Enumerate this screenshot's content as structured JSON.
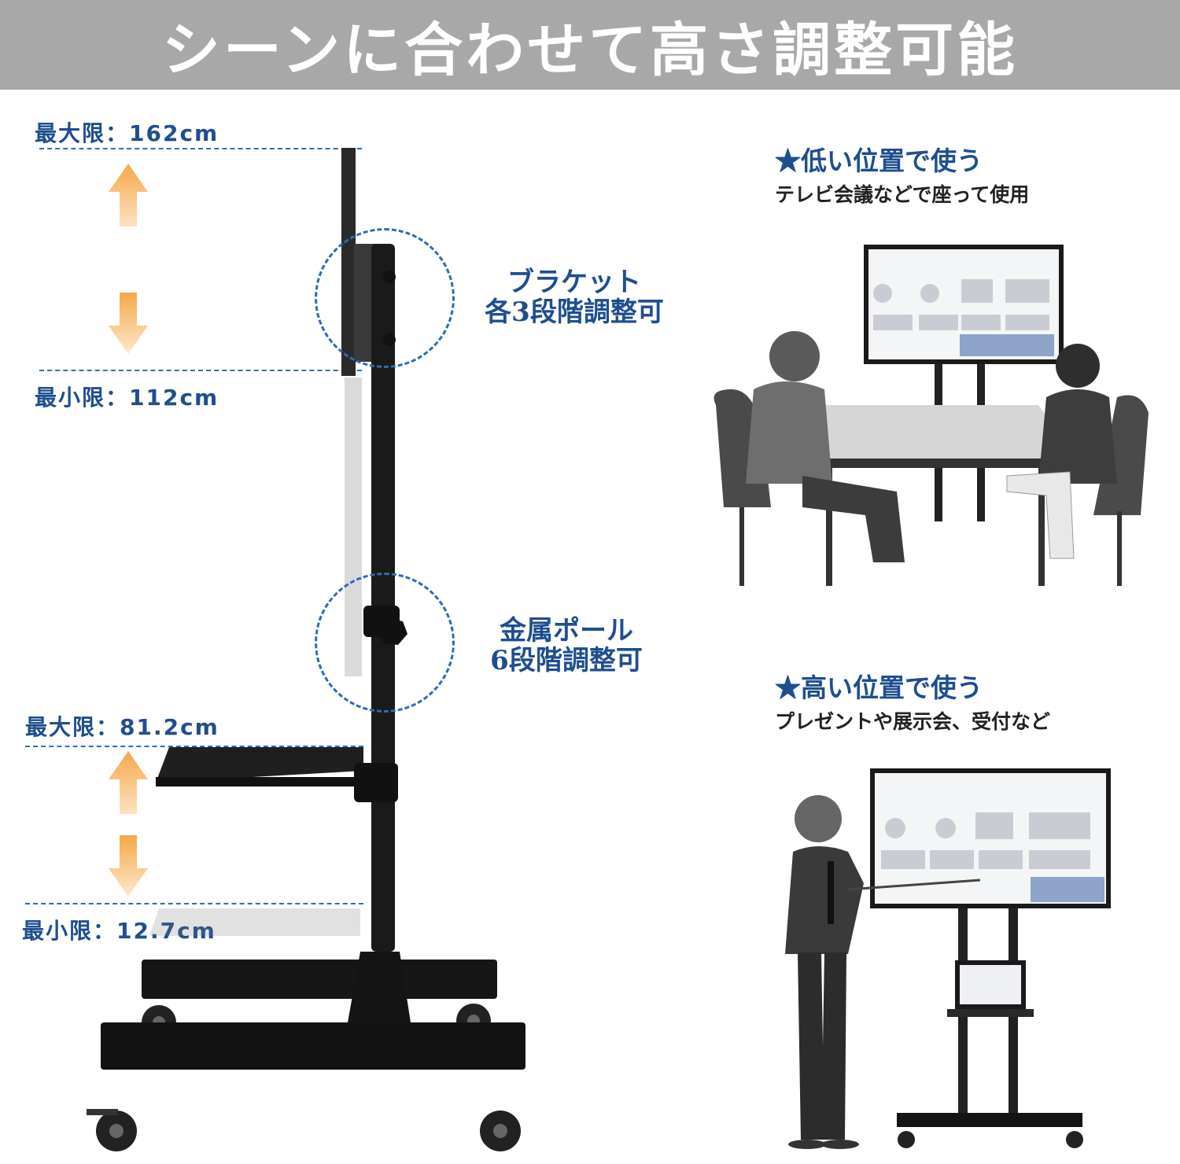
{
  "header": {
    "title": "シーンに合わせて高さ調整可能"
  },
  "measurements": {
    "tv_max": "最大限：162cm",
    "tv_min": "最小限：112cm",
    "shelf_max": "最大限：81.2cm",
    "shelf_min": "最小限：12.7cm"
  },
  "callouts": {
    "bracket": {
      "line1": "ブラケット",
      "line2": "各3段階調整可"
    },
    "pole": {
      "line1": "金属ポール",
      "line2": "6段階調整可"
    }
  },
  "scenes": {
    "low": {
      "title": "★低い位置で使う",
      "subtitle": "テレビ会議などで座って使用"
    },
    "high": {
      "title": "★高い位置で使う",
      "subtitle": "プレゼントや展示会、受付など"
    }
  },
  "colors": {
    "accent": "#1f4e8f",
    "header_bg": "#a8a8a8",
    "arrow": "#f5a84a"
  }
}
